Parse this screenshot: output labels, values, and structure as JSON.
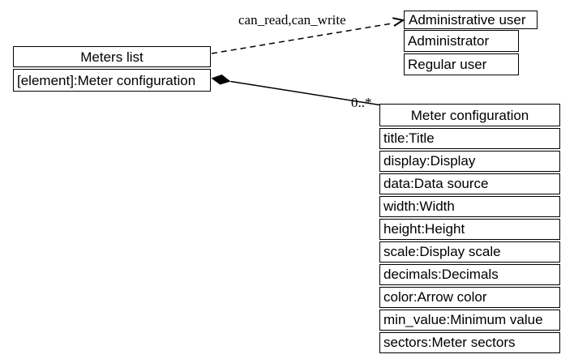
{
  "diagram": {
    "colors": {
      "line": "#000000",
      "background": "#ffffff",
      "box_fill": "#ffffff",
      "text": "#000000"
    },
    "nodes": {
      "meters_list": {
        "title": "Meters list",
        "attributes": [
          "[element]:Meter configuration"
        ]
      },
      "administrative_user": {
        "title": "Administrative user",
        "items": [
          "Administrator",
          "Regular user"
        ]
      },
      "meter_configuration": {
        "title": "Meter configuration",
        "attributes": [
          "title:Title",
          "display:Display",
          "data:Data source",
          "width:Width",
          "height:Height",
          "scale:Display scale",
          "decimals:Decimals",
          "color:Arrow color",
          "min_value:Minimum value",
          "sectors:Meter sectors"
        ]
      }
    },
    "edges": {
      "dependency": {
        "label": "can_read,can_write",
        "style": "dashed",
        "from": "Meters list",
        "to": "Administrative user"
      },
      "aggregation": {
        "label": "0..*",
        "style": "solid",
        "from": "Meters list",
        "to": "Meter configuration"
      }
    }
  }
}
